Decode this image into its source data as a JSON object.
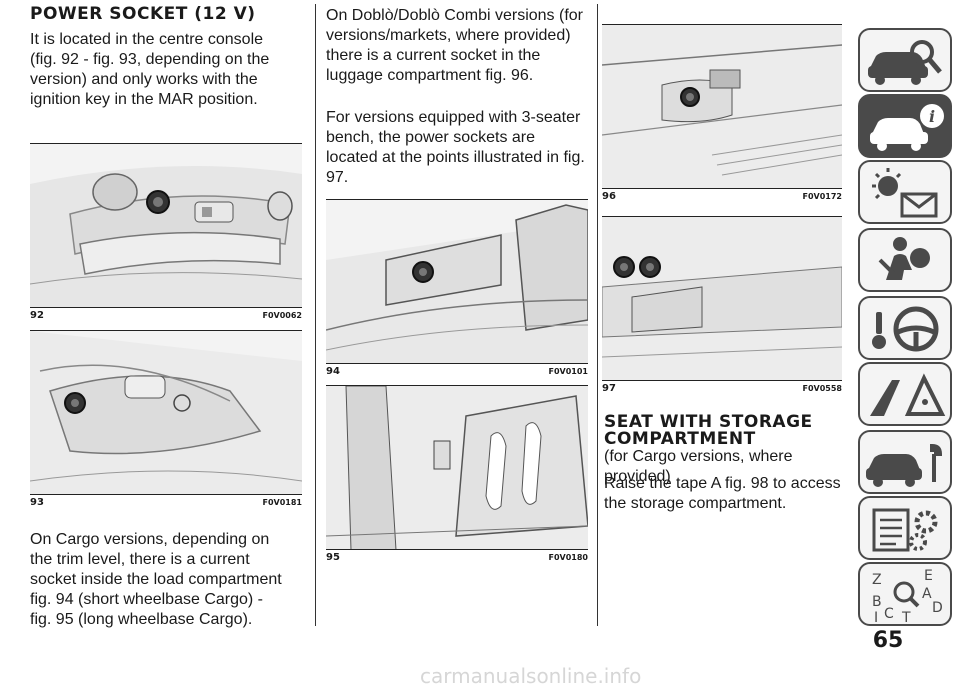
{
  "column1": {
    "heading": "POWER SOCKET (12 V)",
    "paragraph1": [
      "It is located in the centre console",
      "(fig. 92 - fig. 93, depending on the",
      "version) and only works with the",
      "ignition key in the MAR position."
    ],
    "paragraph2": [
      "On Cargo versions, depending on",
      "the trim level, there is a current",
      "socket inside the load compartment",
      "fig. 94 (short wheelbase Cargo) -",
      "fig. 95 (long wheelbase Cargo)."
    ]
  },
  "column2": {
    "paragraph1": [
      "On Doblò/Doblò Combi versions (for",
      "versions/markets, where provided)",
      "there is a current socket in the",
      "luggage compartment fig. 96."
    ],
    "paragraph2": [
      "For versions equipped with 3-seater",
      "bench, the power sockets are",
      "located at the points illustrated in fig.",
      "97."
    ]
  },
  "column3": {
    "heading_lines": [
      "SEAT WITH STORAGE",
      "COMPARTMENT"
    ],
    "subheading": "(for Cargo versions, where provided)",
    "paragraph": [
      "Raise the tape A fig. 98 to access",
      "the storage compartment."
    ]
  },
  "figures": [
    {
      "number": "92",
      "code": "F0V0062"
    },
    {
      "number": "93",
      "code": "F0V0181"
    },
    {
      "number": "94",
      "code": "F0V0101"
    },
    {
      "number": "95",
      "code": "F0V0180"
    },
    {
      "number": "96",
      "code": "F0V0172"
    },
    {
      "number": "97",
      "code": "F0V0558"
    }
  ],
  "sidebar_tabs": [
    {
      "icon": "car-magnifier-icon",
      "active": false
    },
    {
      "icon": "car-info-icon",
      "active": true
    },
    {
      "icon": "warning-light-envelope-icon",
      "active": false
    },
    {
      "icon": "airbag-person-icon",
      "active": false
    },
    {
      "icon": "steering-wheel-key-icon",
      "active": false
    },
    {
      "icon": "road-warning-triangle-icon",
      "active": false
    },
    {
      "icon": "car-wrench-icon",
      "active": false
    },
    {
      "icon": "document-gear-icon",
      "active": false
    },
    {
      "icon": "alphabet-index-icon",
      "active": false
    }
  ],
  "index_letters": [
    "Z",
    "E",
    "A",
    "B",
    "C",
    "D",
    "T",
    "I"
  ],
  "page_number": "65",
  "watermark": "carmanualsonline.info"
}
